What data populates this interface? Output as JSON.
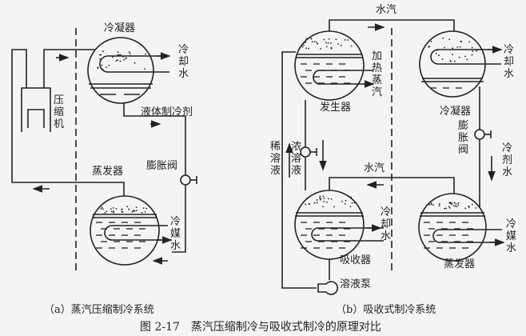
{
  "left": {
    "condenser": "冷凝器",
    "cooling_water": "冷却水",
    "compressor": "压缩机",
    "liquid_refrigerant": "液体制冷剂",
    "expansion_valve": "膨胀阀",
    "evaporator": "蒸发器",
    "chilled_water": "冷媒水",
    "caption": "（a）蒸汽压缩制冷系统"
  },
  "right": {
    "vapor_top": "水汽",
    "heating_steam": "加热蒸汽",
    "generator": "发生器",
    "cooling_water_condenser": "冷却水",
    "condenser": "冷凝器",
    "expansion_valve": "膨胀阀",
    "refrigerant_water": "冷剂水",
    "dilute_solution": "稀溶液",
    "concentrated_solution": "浓溶液",
    "vapor_middle": "水汽",
    "cooling_water_absorber": "冷却水",
    "absorber": "吸收器",
    "solution_pump": "溶液泵",
    "evaporator": "蒸发器",
    "chilled_water": "冷媒水",
    "caption": "（b）吸收式制冷系统"
  },
  "figure_caption": "图 2-17　蒸汽压缩制冷与吸收式制冷的原理对比"
}
